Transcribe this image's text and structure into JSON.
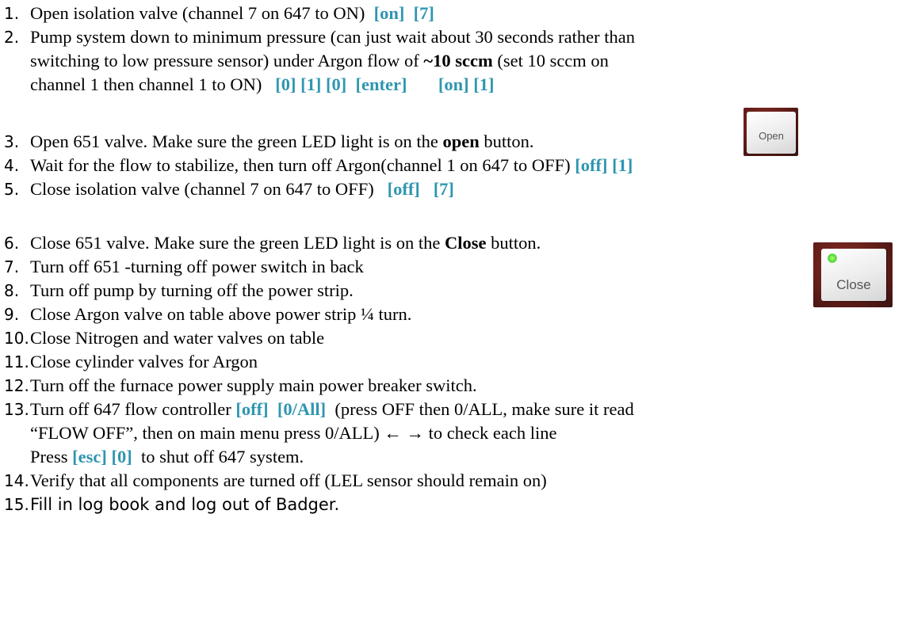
{
  "steps": [
    {
      "n": "1.",
      "t1": "Open isolation valve (channel 7 on 647 to ON)",
      "k1": "[on]",
      "k2": "[7]"
    },
    {
      "n": "2.",
      "l1": "Pump system down to minimum pressure (can just wait about 30 seconds rather than",
      "l2a": "switching to low pressure sensor) under Argon flow of ",
      "l2b": "~10 sccm",
      "l2c": " (set 10 sccm on",
      "l3": "channel 1 then channel 1 to ON)",
      "k1": "[0] [1] [0]",
      "k2": "[enter]",
      "k3": "[on] [1]"
    },
    {
      "n": "3.",
      "t1": "Open 651 valve. Make sure the green LED light is on the ",
      "tb": "open",
      "t2": " button."
    },
    {
      "n": "4.",
      "t1": "Wait for the flow to stabilize, then turn off Argon(channel 1 on 647 to OFF)",
      "k1": "[off] [1]"
    },
    {
      "n": "5.",
      "t1": "Close isolation valve (channel 7 on 647 to OFF)",
      "k1": "[off]",
      "k2": "[7]"
    },
    {
      "n": "6.",
      "t1": "Close 651 valve. Make sure the green LED light is on the ",
      "tb": "Close",
      "t2": " button."
    },
    {
      "n": "7.",
      "t1": "Turn off 651 -turning off power switch in back"
    },
    {
      "n": "8.",
      "t1": "Turn off pump by turning off the power strip."
    },
    {
      "n": "9.",
      "t1": "Close Argon valve on table above power strip ¼ turn."
    },
    {
      "n": "10.",
      "t1": "Close Nitrogen and water valves on table"
    },
    {
      "n": "11.",
      "t1": "Close cylinder valves for Argon"
    },
    {
      "n": "12.",
      "t1": "Turn off  the furnace power supply main power breaker switch."
    },
    {
      "n": "13.",
      "t1": "Turn off 647 flow controller",
      "k1": "[off]",
      "k2": "[0/All]",
      "t2": "(press OFF then 0/ALL, make sure it read",
      "l2": "“FLOW OFF”, then on main menu press 0/ALL)  ←   → to check each line",
      "l3a": "Press",
      "k3": "[esc] [0]",
      "l3b": "to shut off 647 system."
    },
    {
      "n": "14.",
      "t1": "Verify that all components are turned off (LEL sensor should remain on)"
    },
    {
      "n": "15.",
      "t1": "Fill in log book and log out of Badger."
    }
  ],
  "images": {
    "open_button": {
      "label": "Open",
      "led": false
    },
    "close_button": {
      "label": "Close",
      "led": true
    }
  },
  "colors": {
    "key_text": "#2f96b0",
    "led_green": "#4fd832",
    "photo_bg": "#5e1c18"
  }
}
